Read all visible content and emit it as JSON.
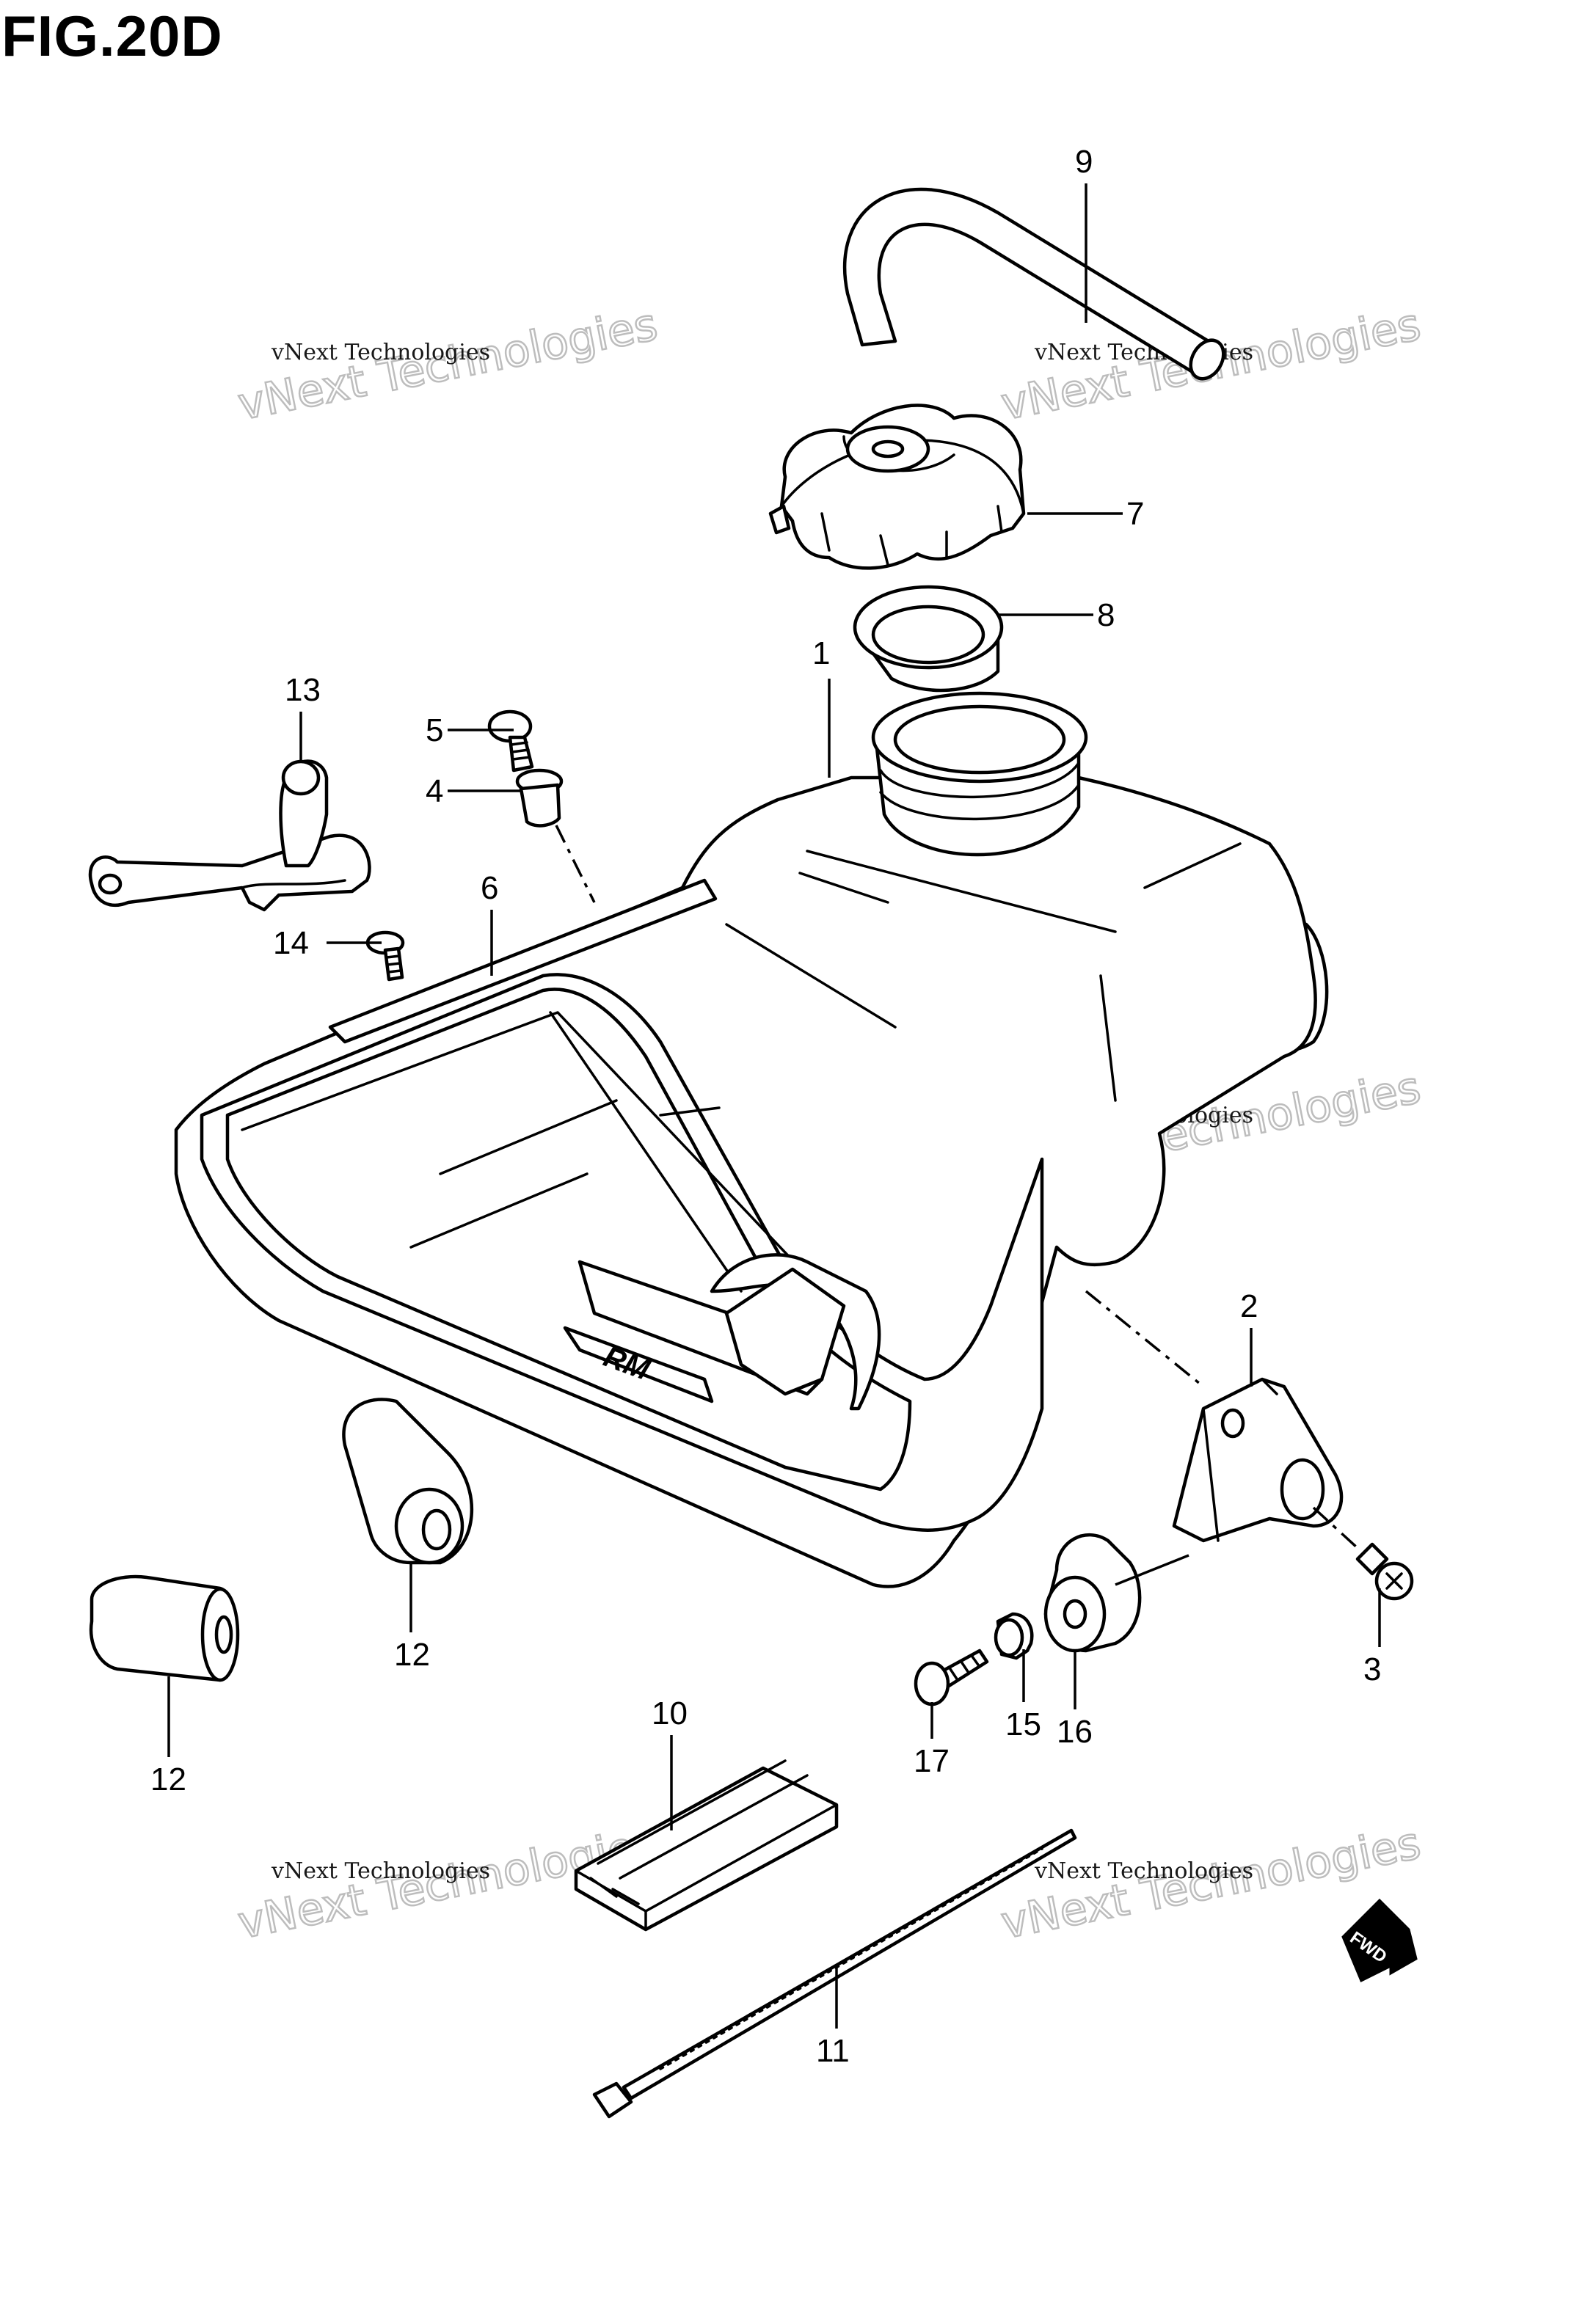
{
  "title": "FIG.20D",
  "watermark": {
    "line1": "vNext Technologies",
    "line2": "vNext Technologies"
  },
  "fwd_label": "FWD",
  "emblem_text": "RM",
  "callouts": [
    "1",
    "2",
    "3",
    "4",
    "5",
    "6",
    "7",
    "8",
    "9",
    "10",
    "11",
    "12",
    "12",
    "13",
    "14",
    "15",
    "16",
    "17"
  ],
  "colors": {
    "ink": "#000000",
    "paper": "#ffffff",
    "watermark_outline": "#bdbdbd"
  }
}
